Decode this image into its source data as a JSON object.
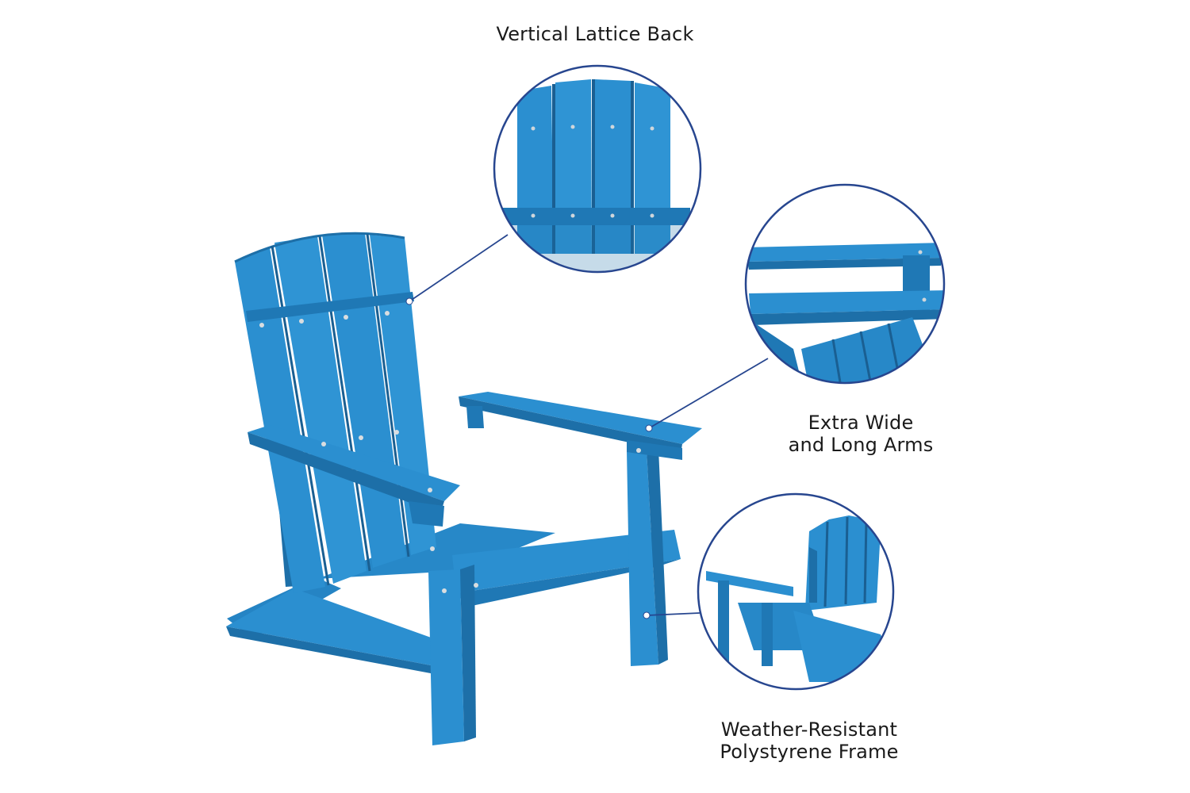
{
  "callouts": {
    "back": {
      "line1": "Vertical Lattice Back"
    },
    "arms": {
      "line1": "Extra Wide",
      "line2": "and Long Arms"
    },
    "frame": {
      "line1": "Weather-Resistant",
      "line2": "Polystyrene Frame"
    }
  },
  "colors": {
    "chair_blue": "#2b8fd0",
    "chair_shadow": "#1d6fa8",
    "chair_light": "#4aa6e0",
    "callout_ring": "#27468f",
    "text": "#1a1a1a"
  }
}
